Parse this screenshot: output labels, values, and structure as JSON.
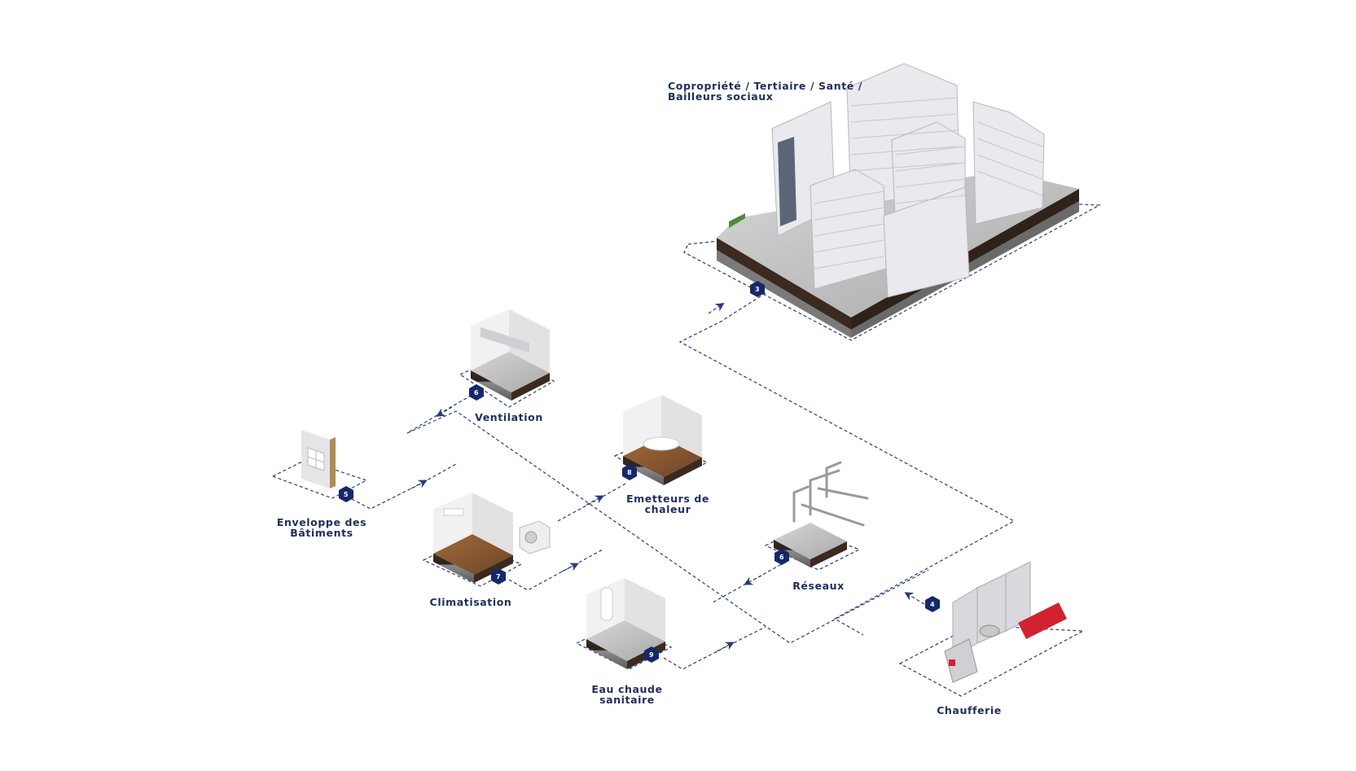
{
  "diagram": {
    "title_block": "Copropriété / Tertiaire / Santé /\nBailleurs sociaux",
    "colors": {
      "label": "#1f2d5c",
      "dash": "#2b3a78",
      "badge": "#16286a",
      "soil": "#3b2a20",
      "wood": "#8a5a34",
      "concrete": "#c9c9c9",
      "wall": "#ececec",
      "red": "#d3222f"
    },
    "nodes": [
      {
        "id": "batiment",
        "label": "Copropriété / Tertiaire / Santé /\nBailleurs sociaux",
        "badge": "3",
        "kind": "building"
      },
      {
        "id": "ventilation",
        "label": "Ventilation",
        "badge": "6",
        "kind": "room-concrete"
      },
      {
        "id": "enveloppe",
        "label": "Enveloppe des\nBâtiments",
        "badge": "5",
        "kind": "wall"
      },
      {
        "id": "emetteurs",
        "label": "Emetteurs de\nchaleur",
        "badge": "8",
        "kind": "room-wood"
      },
      {
        "id": "climatisation",
        "label": "Climatisation",
        "badge": "7",
        "kind": "room-wood"
      },
      {
        "id": "eau",
        "label": "Eau chaude sanitaire",
        "badge": "9",
        "kind": "room-concrete"
      },
      {
        "id": "reseaux",
        "label": "Réseaux",
        "badge": "6",
        "kind": "pipes"
      },
      {
        "id": "chaufferie",
        "label": "Chaufferie",
        "badge": "4",
        "kind": "boiler"
      }
    ],
    "connections": [
      {
        "from": "chaufferie",
        "to": "reseaux"
      },
      {
        "from": "reseaux",
        "to": "eau"
      },
      {
        "from": "chaufferie",
        "to": "batiment"
      },
      {
        "from": "enveloppe",
        "to": "ventilation"
      },
      {
        "from": "climatisation",
        "to": "emetteurs"
      }
    ]
  }
}
